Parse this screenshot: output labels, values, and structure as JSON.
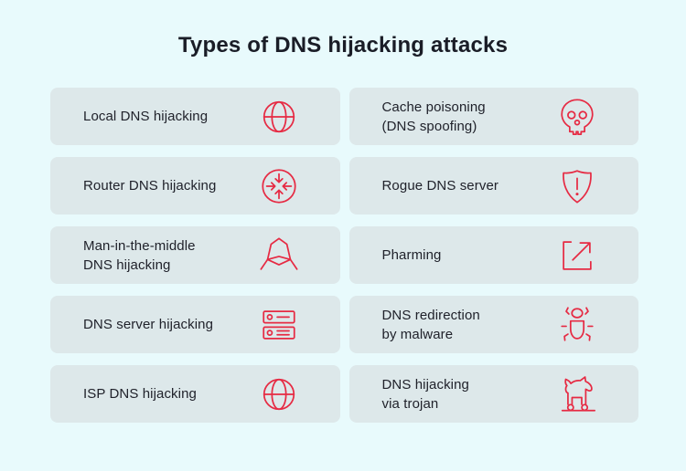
{
  "page": {
    "title": "Types of DNS hijacking attacks"
  },
  "colors": {
    "background": "#e8fafc",
    "card_background": "#dde8ea",
    "accent_red": "#e62a43",
    "title_text": "#1a1d27",
    "card_text": "#20222b"
  },
  "cards": [
    {
      "icon": "globe-icon",
      "lines": [
        "Local DNS hijacking"
      ]
    },
    {
      "icon": "skull-icon",
      "lines": [
        "Cache poisoning",
        "(DNS spoofing)"
      ]
    },
    {
      "icon": "router-icon",
      "lines": [
        "Router DNS hijacking"
      ]
    },
    {
      "icon": "shield-alert-icon",
      "lines": [
        "Rogue DNS server"
      ]
    },
    {
      "icon": "hacker-hood-icon",
      "lines": [
        "Man-in-the-middle",
        "DNS hijacking"
      ]
    },
    {
      "icon": "external-link-icon",
      "lines": [
        "Pharming"
      ]
    },
    {
      "icon": "server-stack-icon",
      "lines": [
        "DNS server hijacking"
      ]
    },
    {
      "icon": "bug-icon",
      "lines": [
        "DNS redirection",
        "by malware"
      ]
    },
    {
      "icon": "globe-icon",
      "lines": [
        "ISP DNS hijacking"
      ]
    },
    {
      "icon": "trojan-horse-icon",
      "lines": [
        "DNS hijacking",
        "via trojan"
      ]
    }
  ]
}
